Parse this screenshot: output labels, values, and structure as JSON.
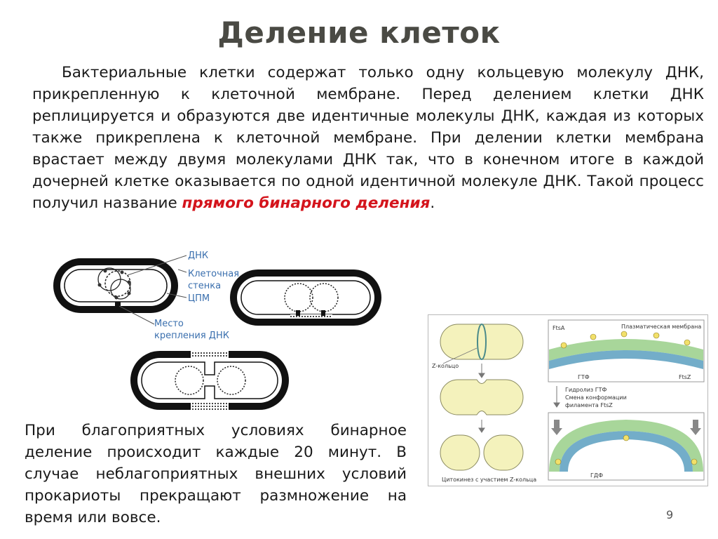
{
  "title": "Деление клеток",
  "intro": {
    "text": "Бактериальные клетки содержат только одну кольцевую молекулу ДНК, прикрепленную к клеточной мембране. Перед делением клетки ДНК реплицируется и образуются две идентичные молекулы ДНК, каждая из которых также прикреплена к клеточной мембране. При делении клетки мембрана врастает между двумя молекулами ДНК так, что в конечном итоге в каждой дочерней клетке оказывается по одной идентичной молекуле ДНК. Такой процесс получил название ",
    "highlight": "прямого бинарного деления",
    "end": "."
  },
  "left_diagram": {
    "labels": {
      "dna": "ДНК",
      "wall_1": "Клеточная",
      "wall_2": "стенка",
      "cpm": "ЦПМ",
      "site_1": "Место",
      "site_2": "крепления ДНК"
    }
  },
  "right_diagram": {
    "labels": {
      "zring": "Z-кольцо",
      "cytokinesis": "Цитокинез с участием Z-кольца",
      "membrane": "Плазматическая мембрана",
      "ftsa": "FtsA",
      "ftsz": "FtsZ",
      "gtp": "ГТФ",
      "gdp": "ГДФ",
      "hydro_1": "Гидролиз ГТФ",
      "hydro_2": "Смена конформации",
      "hydro_3": "филамента FtsZ"
    }
  },
  "conditions_text": "При благоприятных условиях бинарное деление происходит каждые 20 минут. В случае неблагоприятных внешних условий прокариоты прекращают размножение на время или вовсе.",
  "page_number": "9",
  "colors": {
    "title": "#4a4a44",
    "highlight": "#d4141c",
    "cell_fill": "#f4f2bc",
    "membrane_green": "#a8d69a",
    "ftsz_blue": "#5b9fbf"
  }
}
